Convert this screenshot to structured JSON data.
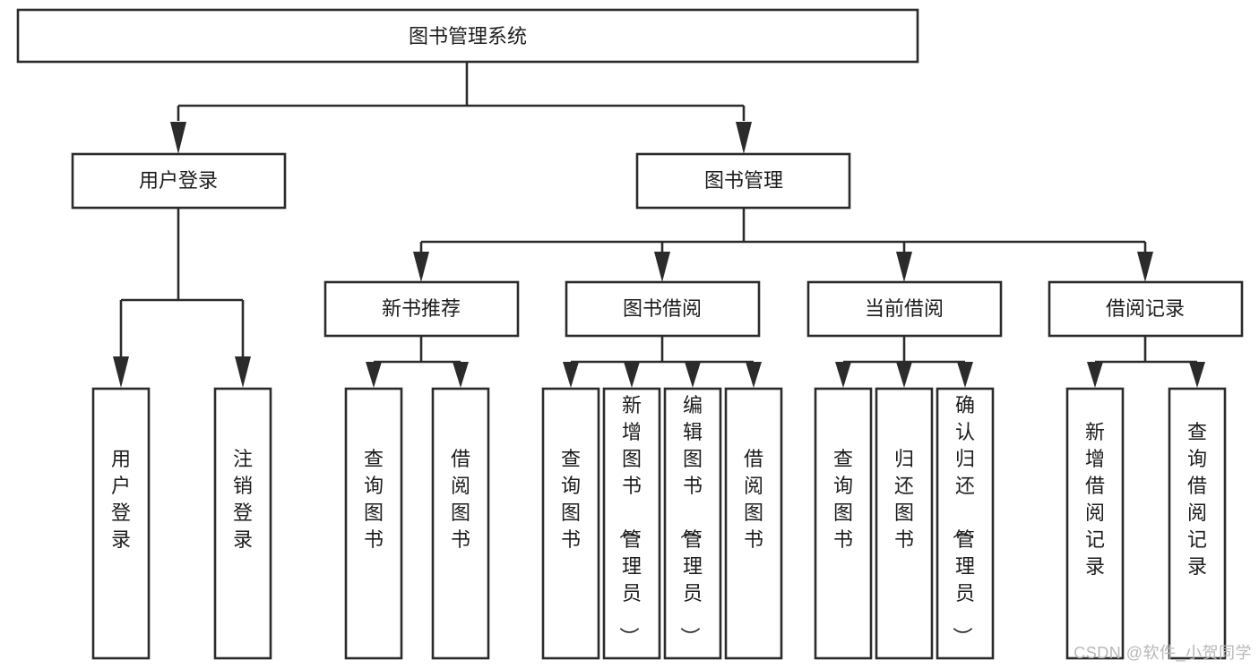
{
  "diagram": {
    "title": "图书管理系统",
    "type": "hierarchy-tree",
    "colors": {
      "box_stroke": "#2b2b2b",
      "box_fill": "#ffffff",
      "text": "#1c1c1c",
      "background": "#ffffff",
      "watermark": "#b8b8b8"
    },
    "levels": {
      "level1": [
        {
          "id": "root",
          "label": "图书管理系统"
        }
      ],
      "level2": [
        {
          "id": "user-login",
          "label": "用户登录"
        },
        {
          "id": "book-management",
          "label": "图书管理"
        }
      ],
      "level3": [
        {
          "id": "new-book-recommend",
          "label": "新书推荐"
        },
        {
          "id": "book-borrow",
          "label": "图书借阅"
        },
        {
          "id": "current-borrow",
          "label": "当前借阅"
        },
        {
          "id": "borrow-record",
          "label": "借阅记录"
        }
      ],
      "level4": [
        {
          "id": "leaf-user-login",
          "label": "用户登录",
          "parent": "user-login"
        },
        {
          "id": "leaf-user-logout",
          "label": "注销登录",
          "parent": "user-login"
        },
        {
          "id": "leaf-query-book-1",
          "label": "查询图书",
          "parent": "new-book-recommend"
        },
        {
          "id": "leaf-borrow-book-1",
          "label": "借阅图书",
          "parent": "new-book-recommend"
        },
        {
          "id": "leaf-query-book-2",
          "label": "查询图书",
          "parent": "book-borrow"
        },
        {
          "id": "leaf-add-book",
          "label": "新增图书（管理员）",
          "parent": "book-borrow"
        },
        {
          "id": "leaf-edit-book",
          "label": "编辑图书（管理员）",
          "parent": "book-borrow"
        },
        {
          "id": "leaf-borrow-book-2",
          "label": "借阅图书",
          "parent": "book-borrow"
        },
        {
          "id": "leaf-query-book-3",
          "label": "查询图书",
          "parent": "current-borrow"
        },
        {
          "id": "leaf-return-book",
          "label": "归还图书",
          "parent": "current-borrow"
        },
        {
          "id": "leaf-confirm-return",
          "label": "确认归还（管理员）",
          "parent": "current-borrow"
        },
        {
          "id": "leaf-add-record",
          "label": "新增借阅记录",
          "parent": "borrow-record"
        },
        {
          "id": "leaf-query-record",
          "label": "查询借阅记录",
          "parent": "borrow-record"
        }
      ]
    }
  },
  "watermark": {
    "text": "CSDN @软件_小贺同学"
  }
}
